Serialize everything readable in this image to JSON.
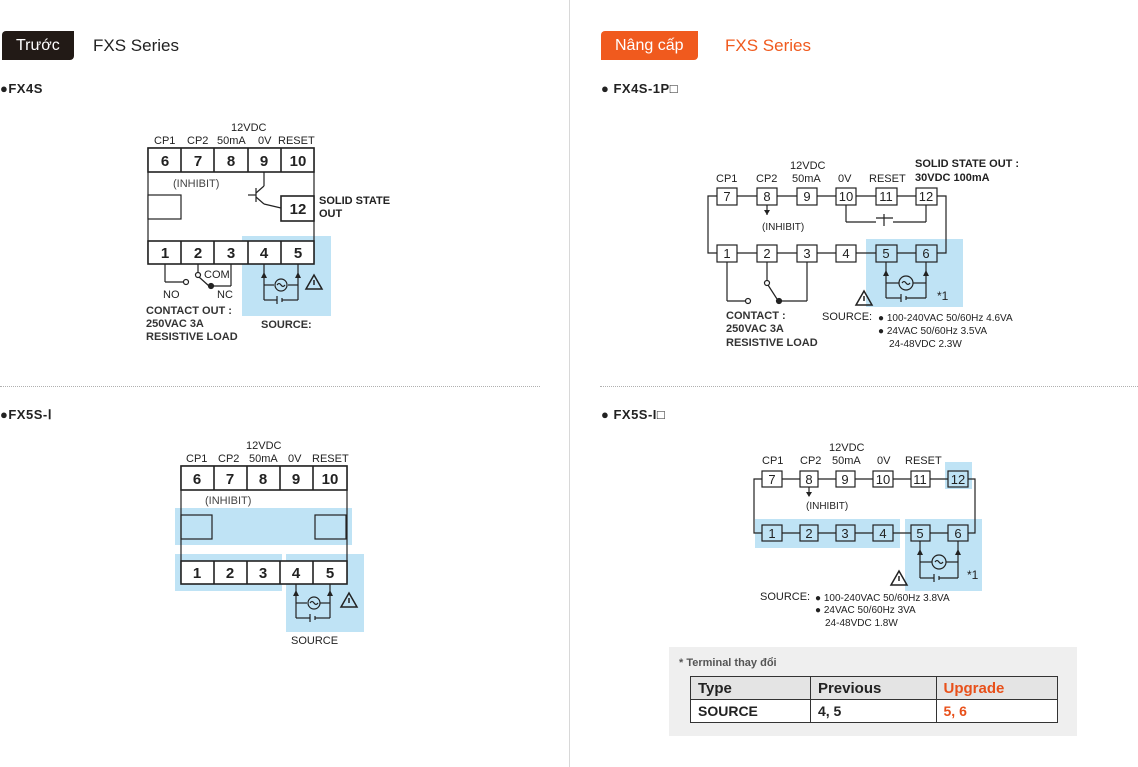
{
  "left": {
    "badge": "Trước",
    "series": "FXS Series",
    "fx4s": {
      "model": "●FX4S",
      "cp1": "CP1",
      "cp2": "CP2",
      "v12a": "12VDC",
      "v12b": "50mA",
      "ov": "0V",
      "reset": "RESET",
      "t6": "6",
      "t7": "7",
      "t8": "8",
      "t9": "9",
      "t10": "10",
      "t12": "12",
      "t1": "1",
      "t2": "2",
      "t3": "3",
      "t4": "4",
      "t5": "5",
      "inhibit": "(INHIBIT)",
      "ss1": "SOLID STATE",
      "ss2": "OUT",
      "com": "COM",
      "no": "NO",
      "nc": "NC",
      "contact1": "CONTACT OUT :",
      "contact2": "250VAC 3A",
      "contact3": "RESISTIVE LOAD",
      "source": "SOURCE:"
    },
    "fx5s": {
      "model": "●FX5S-Ⅰ",
      "cp1": "CP1",
      "cp2": "CP2",
      "v12a": "12VDC",
      "v12b": "50mA",
      "ov": "0V",
      "reset": "RESET",
      "t6": "6",
      "t7": "7",
      "t8": "8",
      "t9": "9",
      "t10": "10",
      "t1": "1",
      "t2": "2",
      "t3": "3",
      "t4": "4",
      "t5": "5",
      "inhibit": "(INHIBIT)",
      "source": "SOURCE"
    }
  },
  "right": {
    "badge": "Nâng cấp",
    "series": "FXS Series",
    "fx4s": {
      "model": "● FX4S-1P□",
      "cp1": "CP1",
      "cp2": "CP2",
      "v12a": "12VDC",
      "v12b": "50mA",
      "ov": "0V",
      "reset": "RESET",
      "ss1": "SOLID STATE OUT :",
      "ss2": "30VDC 100mA",
      "t7": "7",
      "t8": "8",
      "t9": "9",
      "t10": "10",
      "t11": "11",
      "t12": "12",
      "t1": "1",
      "t2": "2",
      "t3": "3",
      "t4": "4",
      "t5": "5",
      "t6": "6",
      "inhibit": "(INHIBIT)",
      "star": "*1",
      "contact1": "CONTACT :",
      "contact2": "250VAC 3A",
      "contact3": "RESISTIVE LOAD",
      "source": "SOURCE:",
      "s1": "● 100-240VAC 50/60Hz 4.6VA",
      "s2": "● 24VAC 50/60Hz 3.5VA",
      "s3": "24-48VDC 2.3W"
    },
    "fx5s": {
      "model": "● FX5S-I□",
      "cp1": "CP1",
      "cp2": "CP2",
      "v12a": "12VDC",
      "v12b": "50mA",
      "ov": "0V",
      "reset": "RESET",
      "t7": "7",
      "t8": "8",
      "t9": "9",
      "t10": "10",
      "t11": "11",
      "t12": "12",
      "t1": "1",
      "t2": "2",
      "t3": "3",
      "t4": "4",
      "t5": "5",
      "t6": "6",
      "inhibit": "(INHIBIT)",
      "star": "*1",
      "source": "SOURCE:",
      "s1": "● 100-240VAC 50/60Hz 3.8VA",
      "s2": "● 24VAC 50/60Hz 3VA",
      "s3": "24-48VDC 1.8W"
    }
  },
  "note": {
    "title": "* Terminal thay đổi",
    "headers": [
      "Type",
      "Previous",
      "Upgrade"
    ],
    "row": [
      "SOURCE",
      "4, 5",
      "5, 6"
    ]
  },
  "colors": {
    "highlight": "#bfe3f5",
    "orange": "#f05a1e",
    "dark": "#221a16"
  }
}
